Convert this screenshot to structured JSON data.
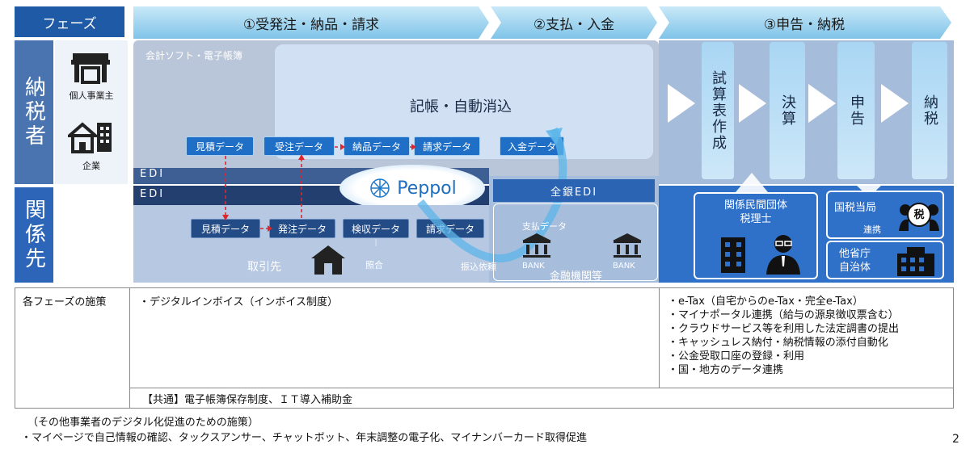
{
  "header": {
    "phase_label": "フェーズ",
    "phase1": "①受発注・納品・請求",
    "phase2": "②支払・入金",
    "phase3": "③申告・納税"
  },
  "side": {
    "taxpayer": "納税者",
    "related": "関係先"
  },
  "taxpayer_types": {
    "individual": "個人事業主",
    "corporation": "企業"
  },
  "software": {
    "label": "会計ソフト・電子帳簿",
    "bookkeeping": "記帳・自動消込",
    "upper_data": [
      "見積データ",
      "受注データ",
      "納品データ",
      "請求データ",
      "入金データ"
    ]
  },
  "edi": {
    "edi_upper": "EDI",
    "edi_lower": "EDI",
    "peppol": "Peppol",
    "zengin": "全銀EDI"
  },
  "partner": {
    "lower_data": [
      "見積データ",
      "発注データ",
      "検収データ",
      "請求データ"
    ],
    "label": "取引先",
    "match": "照合",
    "transfer": "振込依頼"
  },
  "bank": {
    "payment_data": "支払データ",
    "bank_icon_text": "BANK",
    "label": "金融機関等"
  },
  "filing": {
    "steps": [
      "試算表作成",
      "決算",
      "申告",
      "納税"
    ]
  },
  "related_orgs": {
    "private_groups": "関係民間団体\n税理士",
    "nta": "国税当局",
    "tax_badge": "税",
    "link": "連携",
    "local_gov": "他省庁\n自治体"
  },
  "table": {
    "row_label": "各フェーズの施策",
    "phase12_measures": "・デジタルインボイス（インボイス制度）",
    "phase3_measures": [
      "・e-Tax（自宅からのe-Tax・完全e-Tax）",
      "・マイナポータル連携（給与の源泉徴収票含む）",
      "・クラウドサービス等を利用した法定調書の提出",
      "・キャッシュレス納付・納税情報の添付自動化",
      "・公金受取口座の登録・利用",
      "・国・地方のデータ連携"
    ],
    "common": "【共通】電子帳簿保存制度、ＩＴ導入補助金"
  },
  "footer": {
    "line1": "（その他事業者のデジタル化促進のための施策）",
    "line2": "・マイページで自己情報の確認、タックスアンサー、チャットボット、年末調整の電子化、マイナンバーカード取得促進",
    "page": "2"
  }
}
